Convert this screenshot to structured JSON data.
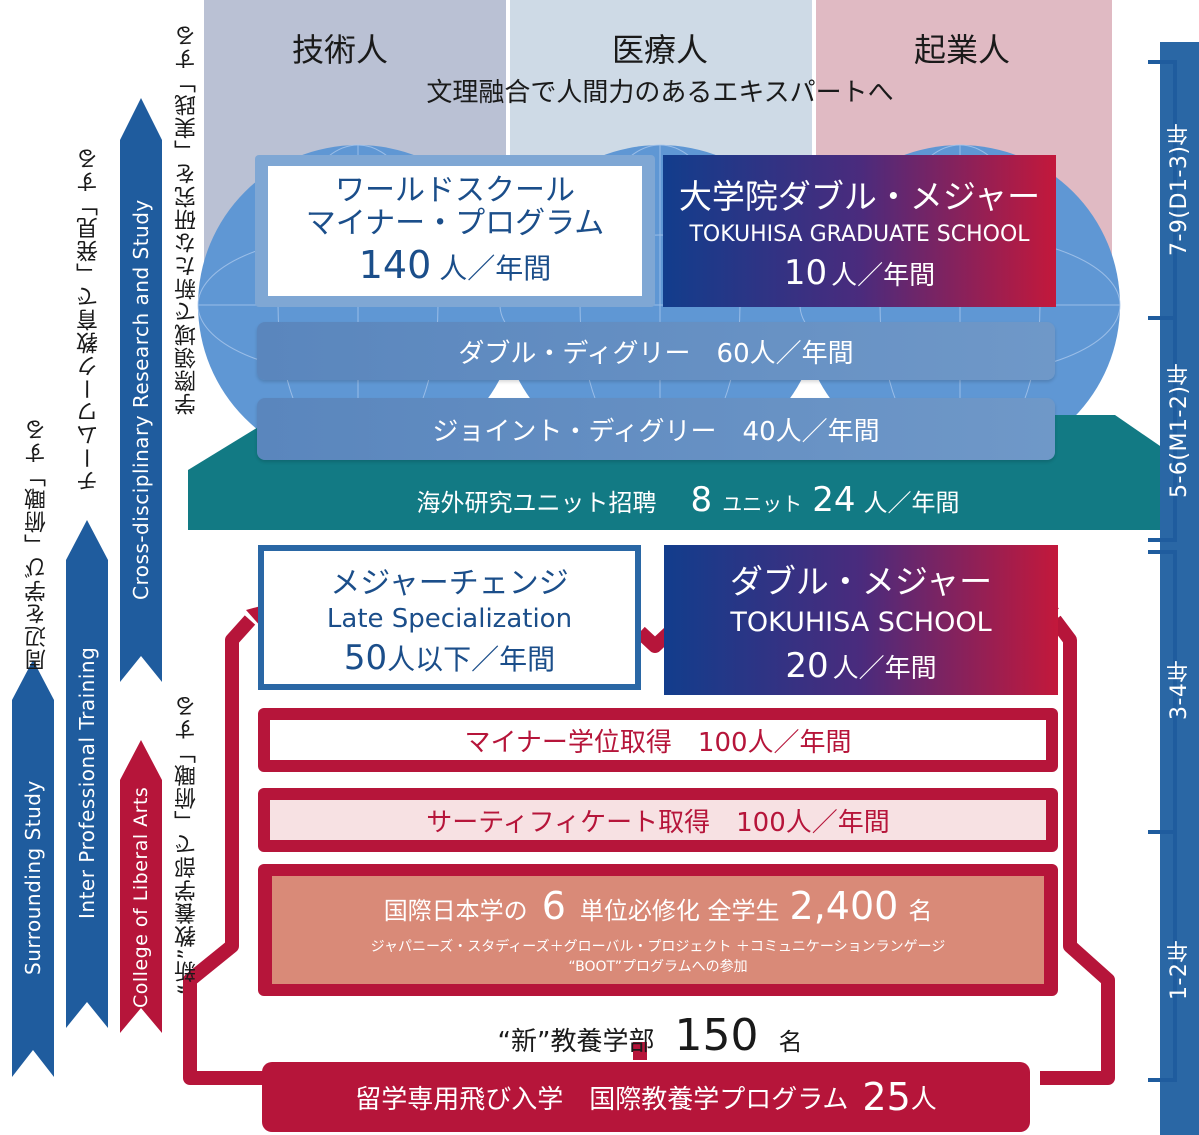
{
  "top_roles": [
    "技術人",
    "医療人",
    "起業人"
  ],
  "top_subtitle": "文理融合で人間力のあるエキスパートへ",
  "left_arrows": {
    "surrounding_en": "Surrounding Study",
    "surrounding_jp": "周辺を学び「俯瞰」する",
    "interpro_en": "Inter Professional Training",
    "interpro_jp": "チームワーク教育で「発見」する",
    "liberal_en": "College of Liberal Arts",
    "liberal_jp": "“新”教養学部で「俯瞰」する",
    "cross_en": "Cross-disciplinary Research and Study",
    "cross_jp": "学際領域で新たな研究を「実践」する"
  },
  "graduate": {
    "minor_title1": "ワールドスクール",
    "minor_title2": "マイナー・プログラム",
    "minor_num": "140",
    "minor_unit": "人／年間",
    "dm_title": "大学院ダブル・メジャー",
    "dm_sub": "TOKUHISA GRADUATE SCHOOL",
    "dm_num": "10",
    "dm_unit": "人／年間",
    "double_degree": "ダブル・ディグリー　60人／年間",
    "joint_degree": "ジョイント・ディグリー　40人／年間",
    "overseas_label": "海外研究ユニット招聘",
    "overseas_num1": "8",
    "overseas_mid": "ユニット",
    "overseas_num2": "24",
    "overseas_unit": "人／年間"
  },
  "undergrad": {
    "change_title": "メジャーチェンジ",
    "change_sub": "Late Specialization",
    "change_num": "50",
    "change_unit": "人以下／年間",
    "dm_title": "ダブル・メジャー",
    "dm_sub": "TOKUHISA SCHOOL",
    "dm_num": "20",
    "dm_unit": "人／年間",
    "minor_degree": "マイナー学位取得　100人／年間",
    "certificate": "サーティフィケート取得　100人／年間",
    "intl_pre": "国際日本学の",
    "intl_num": "6",
    "intl_mid": "単位必修化 全学生",
    "intl_total": "2,400",
    "intl_unit": "名",
    "intl_sub1": "ジャパニーズ・スタディーズ＋グローバル・プロジェクト ＋コミュニケーションランゲージ",
    "intl_sub2": "“BOOT”プログラムへの参加",
    "new_faculty_label": "“新”教養学部",
    "new_faculty_num": "150",
    "new_faculty_unit": "名",
    "abroad_label": "留学専用飛び入学　国際教養学プログラム",
    "abroad_num": "25",
    "abroad_unit": "人"
  },
  "years": [
    "7-9(D1-3)年",
    "5-6(M1-2)年",
    "3-4年",
    "1-2年"
  ],
  "colors": {
    "blue_dark": "#1f5c9e",
    "blue_mid": "#6f98c8",
    "teal": "#127a84",
    "red": "#b6153a",
    "salmon": "#d98a78",
    "pink_light": "#f7e1e3"
  }
}
